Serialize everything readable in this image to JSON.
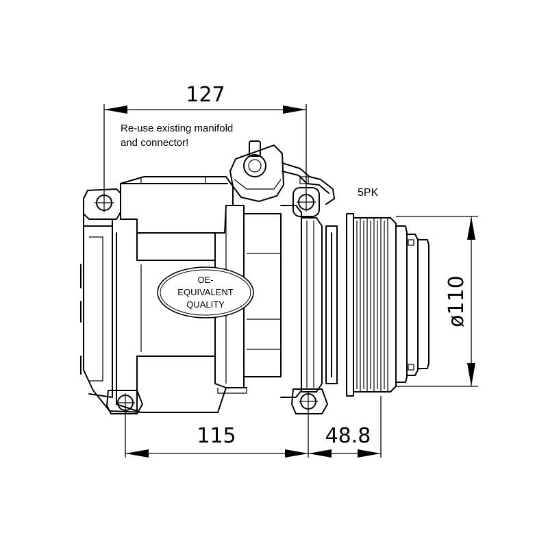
{
  "dimensions": {
    "top_width": "127",
    "bottom_left": "115",
    "bottom_right": "48.8",
    "pulley_diameter": "ø110"
  },
  "notes": {
    "manifold_line1": "Re-use existing manifold",
    "manifold_line2": "and connector!"
  },
  "pulley_spec": "5PK",
  "quality_badge": {
    "line1": "OE-",
    "line2": "EQUIVALENT",
    "line3": "QUALITY"
  }
}
